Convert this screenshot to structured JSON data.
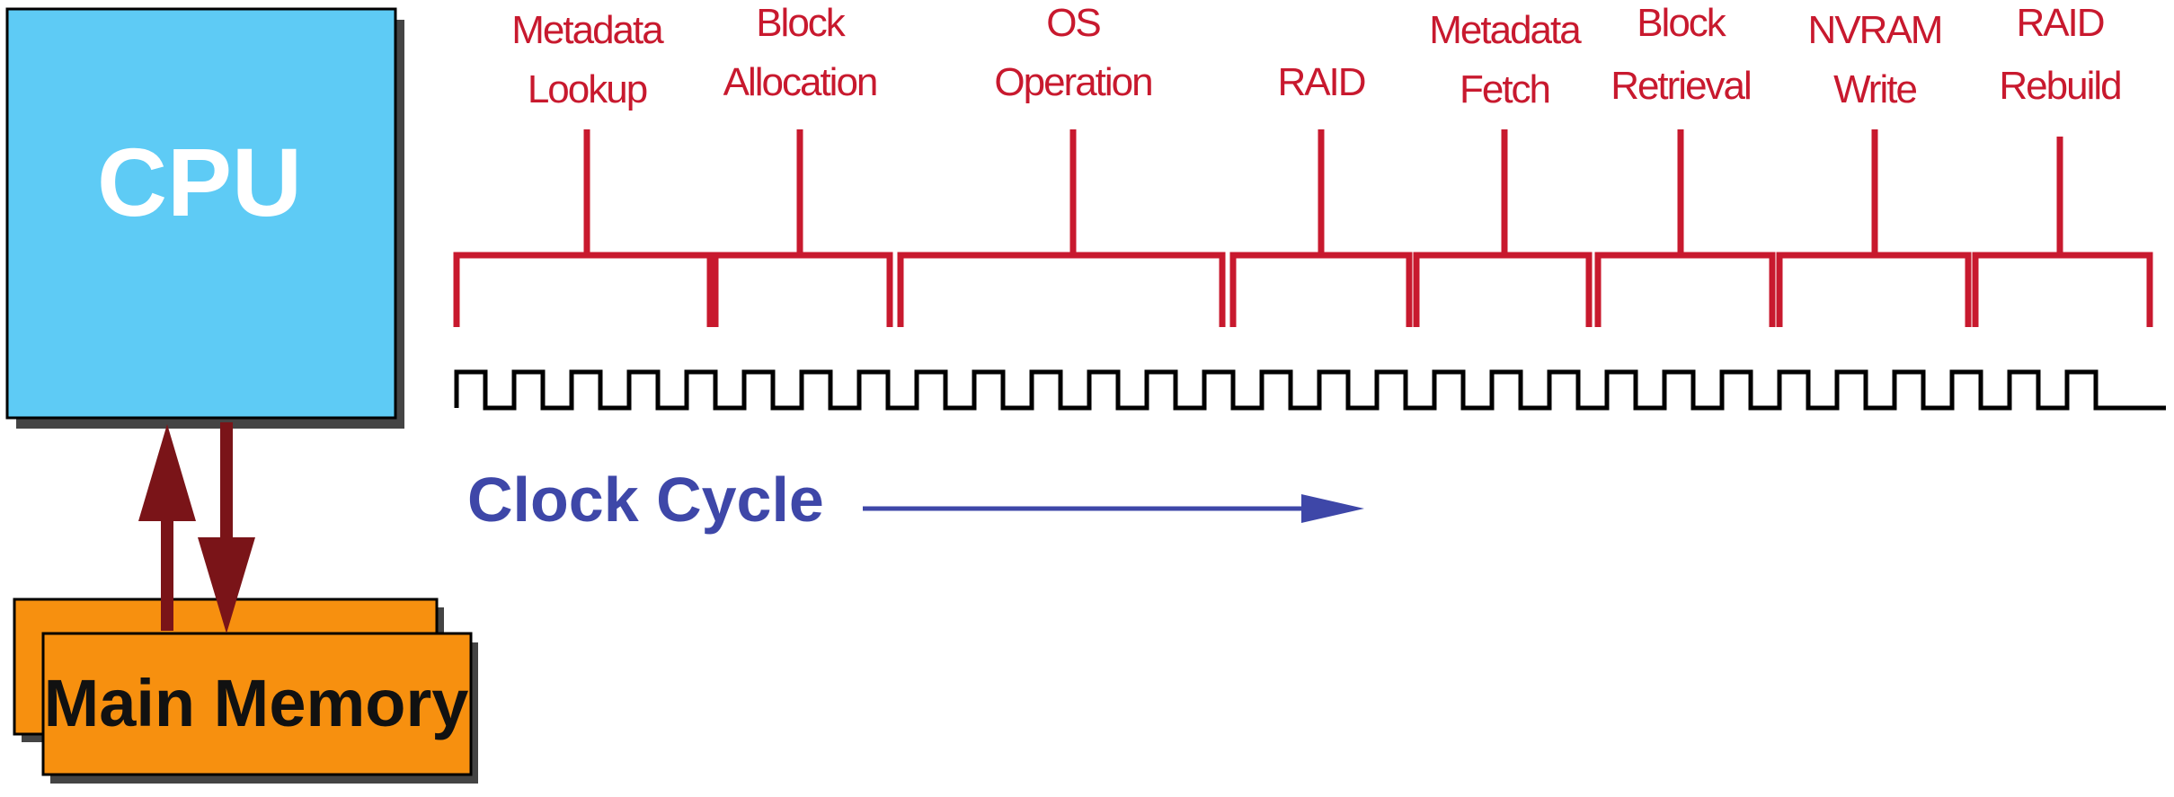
{
  "cpu": {
    "label": "CPU",
    "fill": "#5ecbf5"
  },
  "memory": {
    "label": "Main Memory",
    "fill": "#f7900f"
  },
  "stages": [
    {
      "lines": [
        "Metadata",
        "Lookup"
      ]
    },
    {
      "lines": [
        "Block",
        "Allocation"
      ]
    },
    {
      "lines": [
        "OS",
        "Operation"
      ]
    },
    {
      "lines": [
        "RAID"
      ]
    },
    {
      "lines": [
        "Metadata",
        "Fetch"
      ]
    },
    {
      "lines": [
        "Block",
        "Retrieval"
      ]
    },
    {
      "lines": [
        "NVRAM",
        "Write"
      ]
    },
    {
      "lines": [
        "RAID",
        "Rebuild"
      ]
    }
  ],
  "clock": {
    "label": "Clock Cycle"
  },
  "colors": {
    "stage": "#c8192e",
    "clock": "#3e47a8",
    "arrow": "#7a1418",
    "waveform": "#000000"
  }
}
